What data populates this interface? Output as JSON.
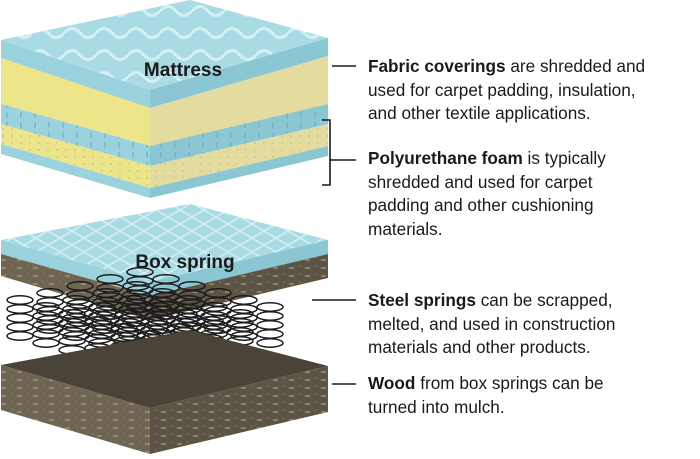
{
  "layers": {
    "mattress_label": "Mattress",
    "box_spring_label": "Box spring"
  },
  "callouts": {
    "fabric": {
      "term": "Fabric coverings",
      "line1_rest": " are shredded and",
      "line2": "used for carpet padding, insulation,",
      "line3": "and other textile applications."
    },
    "foam": {
      "term": "Polyurethane foam",
      "line1_rest": " is typically",
      "line2": "shredded and used for carpet",
      "line3": "padding and other cushioning",
      "line4": "materials."
    },
    "springs": {
      "term": "Steel springs",
      "line1_rest": " can be scrapped,",
      "line2": "melted, and used in construction",
      "line3": "materials and other products."
    },
    "wood": {
      "term": "Wood",
      "line1_rest": " from box springs can be",
      "line2": "turned into mulch."
    }
  },
  "colors": {
    "fabric_top": "#a8dbe3",
    "fabric_side": "#8fcdd9",
    "foam_front": "#ede58a",
    "foam_side": "#e3dc9e",
    "wood_front": "#6e6555",
    "wood_side": "#5c5447",
    "coil": "#1c1c1c",
    "text": "#1a1a1a"
  }
}
